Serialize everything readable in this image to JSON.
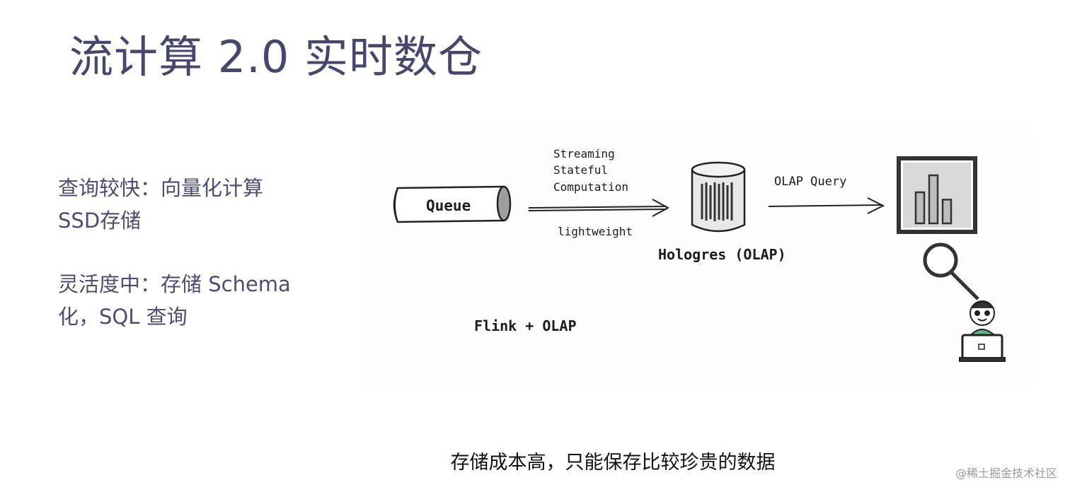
{
  "slide": {
    "title": "流计算 2.0 实时数仓",
    "bullets": [
      {
        "lines": [
          "查询较快：向量化计算",
          "SSD存储"
        ]
      },
      {
        "lines": [
          "灵活度中：存储 Schema",
          "化，SQL 查询"
        ]
      }
    ],
    "caption": "存储成本高，只能保存比较珍贵的数据",
    "watermark": "@稀土掘金技术社区"
  },
  "diagram": {
    "queue_label": "Queue",
    "arrow1_labels": [
      "Streaming",
      "Stateful",
      "Computation"
    ],
    "arrow1_sublabel": "lightweight",
    "db_label": "Hologres (OLAP)",
    "arrow2_label": "OLAP Query",
    "footer_label": "Flink + OLAP",
    "chart_bars": [
      0.55,
      0.85,
      0.42
    ],
    "colors": {
      "stroke": "#222222",
      "db_fill": "#bdbdbd",
      "chart_fill": "#c9c9c9",
      "person_shirt": "#5fb58a"
    }
  }
}
